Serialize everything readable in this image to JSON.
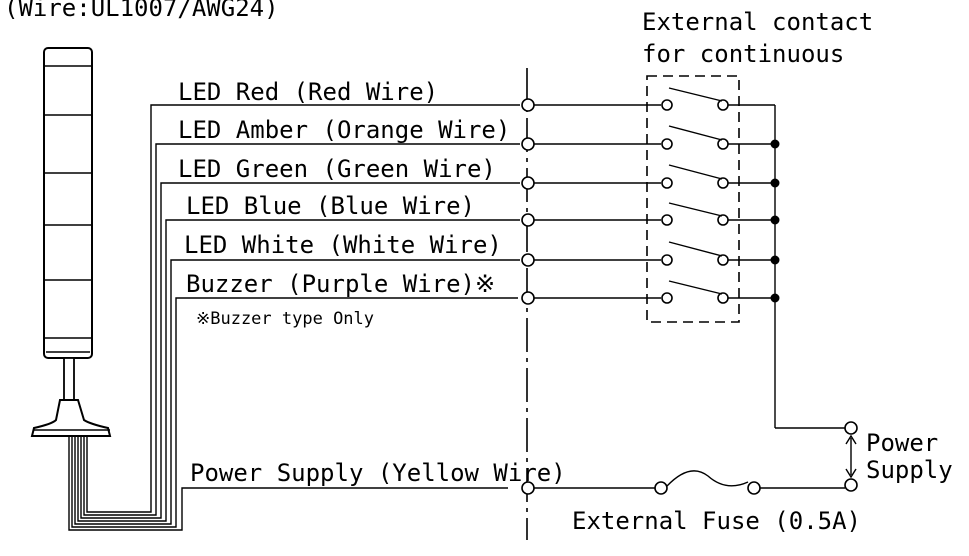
{
  "header": {
    "wire_spec": "(Wire:UL1007/AWG24)"
  },
  "wires": [
    {
      "label": "LED Red (Red Wire)"
    },
    {
      "label": "LED Amber (Orange Wire)"
    },
    {
      "label": "LED Green (Green Wire)"
    },
    {
      "label": "LED Blue (Blue Wire)"
    },
    {
      "label": "LED White (White Wire)"
    },
    {
      "label": "Buzzer (Purple Wire)※"
    },
    {
      "label": "Power Supply (Yellow Wire)"
    }
  ],
  "note": "※Buzzer type Only",
  "external_contact": {
    "line1": "External contact",
    "line2": "for continuous"
  },
  "power_supply": {
    "line1": "Power",
    "line2": "Supply"
  },
  "fuse_label": "External Fuse (0.5A)"
}
